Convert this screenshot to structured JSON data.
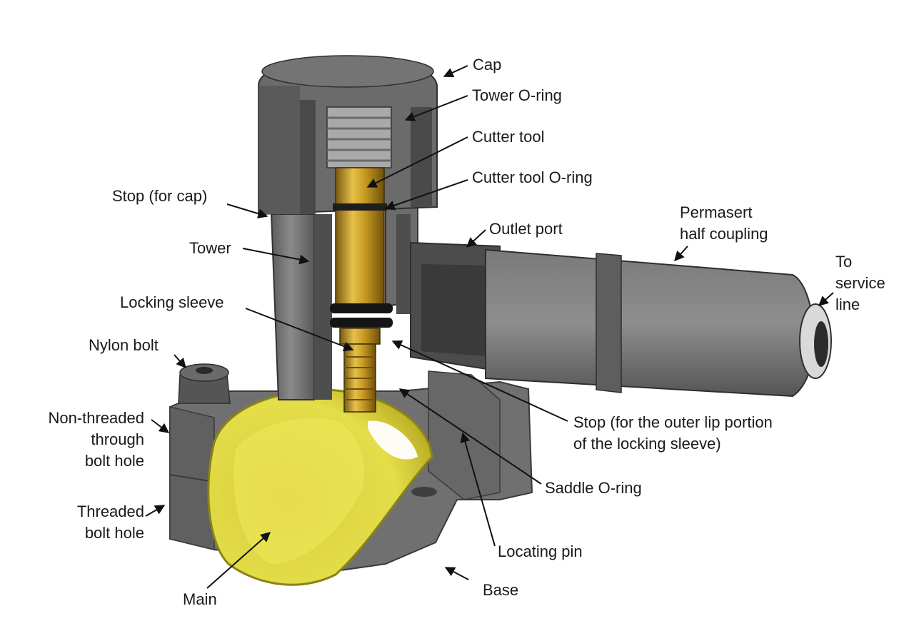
{
  "labels": {
    "cap": "Cap",
    "tower_oring": "Tower O-ring",
    "cutter_tool": "Cutter tool",
    "cutter_tool_oring": "Cutter tool O-ring",
    "stop_cap": "Stop (for cap)",
    "outlet_port": "Outlet port",
    "permasert": "Permasert\nhalf coupling",
    "tower": "Tower",
    "to_service_line": "To\nservice\nline",
    "locking_sleeve": "Locking sleeve",
    "nylon_bolt": "Nylon bolt",
    "non_threaded": "Non-threaded\nthrough\nbolt hole",
    "stop_lip": "Stop (for the outer lip portion\nof the locking sleeve)",
    "saddle_oring": "Saddle O-ring",
    "threaded": "Threaded\nbolt hole",
    "locating_pin": "Locating pin",
    "base": "Base",
    "main": "Main"
  }
}
